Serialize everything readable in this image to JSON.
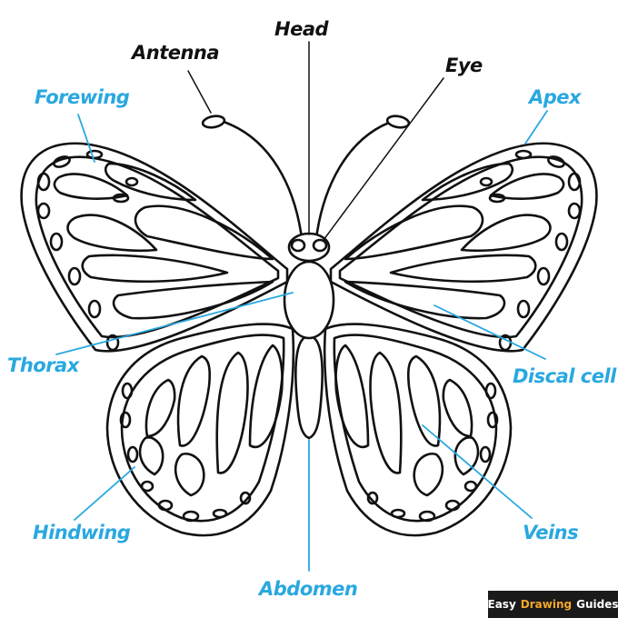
{
  "colors": {
    "outline": "#111111",
    "label_line": "#29a8e0",
    "label_blue": "#29a8e0",
    "label_black": "#111111",
    "brand_bg": "#1a1a1a",
    "brand_accent": "#f4a72a"
  },
  "labels": {
    "head": "Head",
    "antenna": "Antenna",
    "eye": "Eye",
    "forewing": "Forewing",
    "apex": "Apex",
    "thorax": "Thorax",
    "discal_cell": "Discal cell",
    "hindwing": "Hindwing",
    "veins": "Veins",
    "abdomen": "Abdomen"
  },
  "brand": {
    "word1": "Easy",
    "word2": "Drawing",
    "word3": "Guides"
  }
}
